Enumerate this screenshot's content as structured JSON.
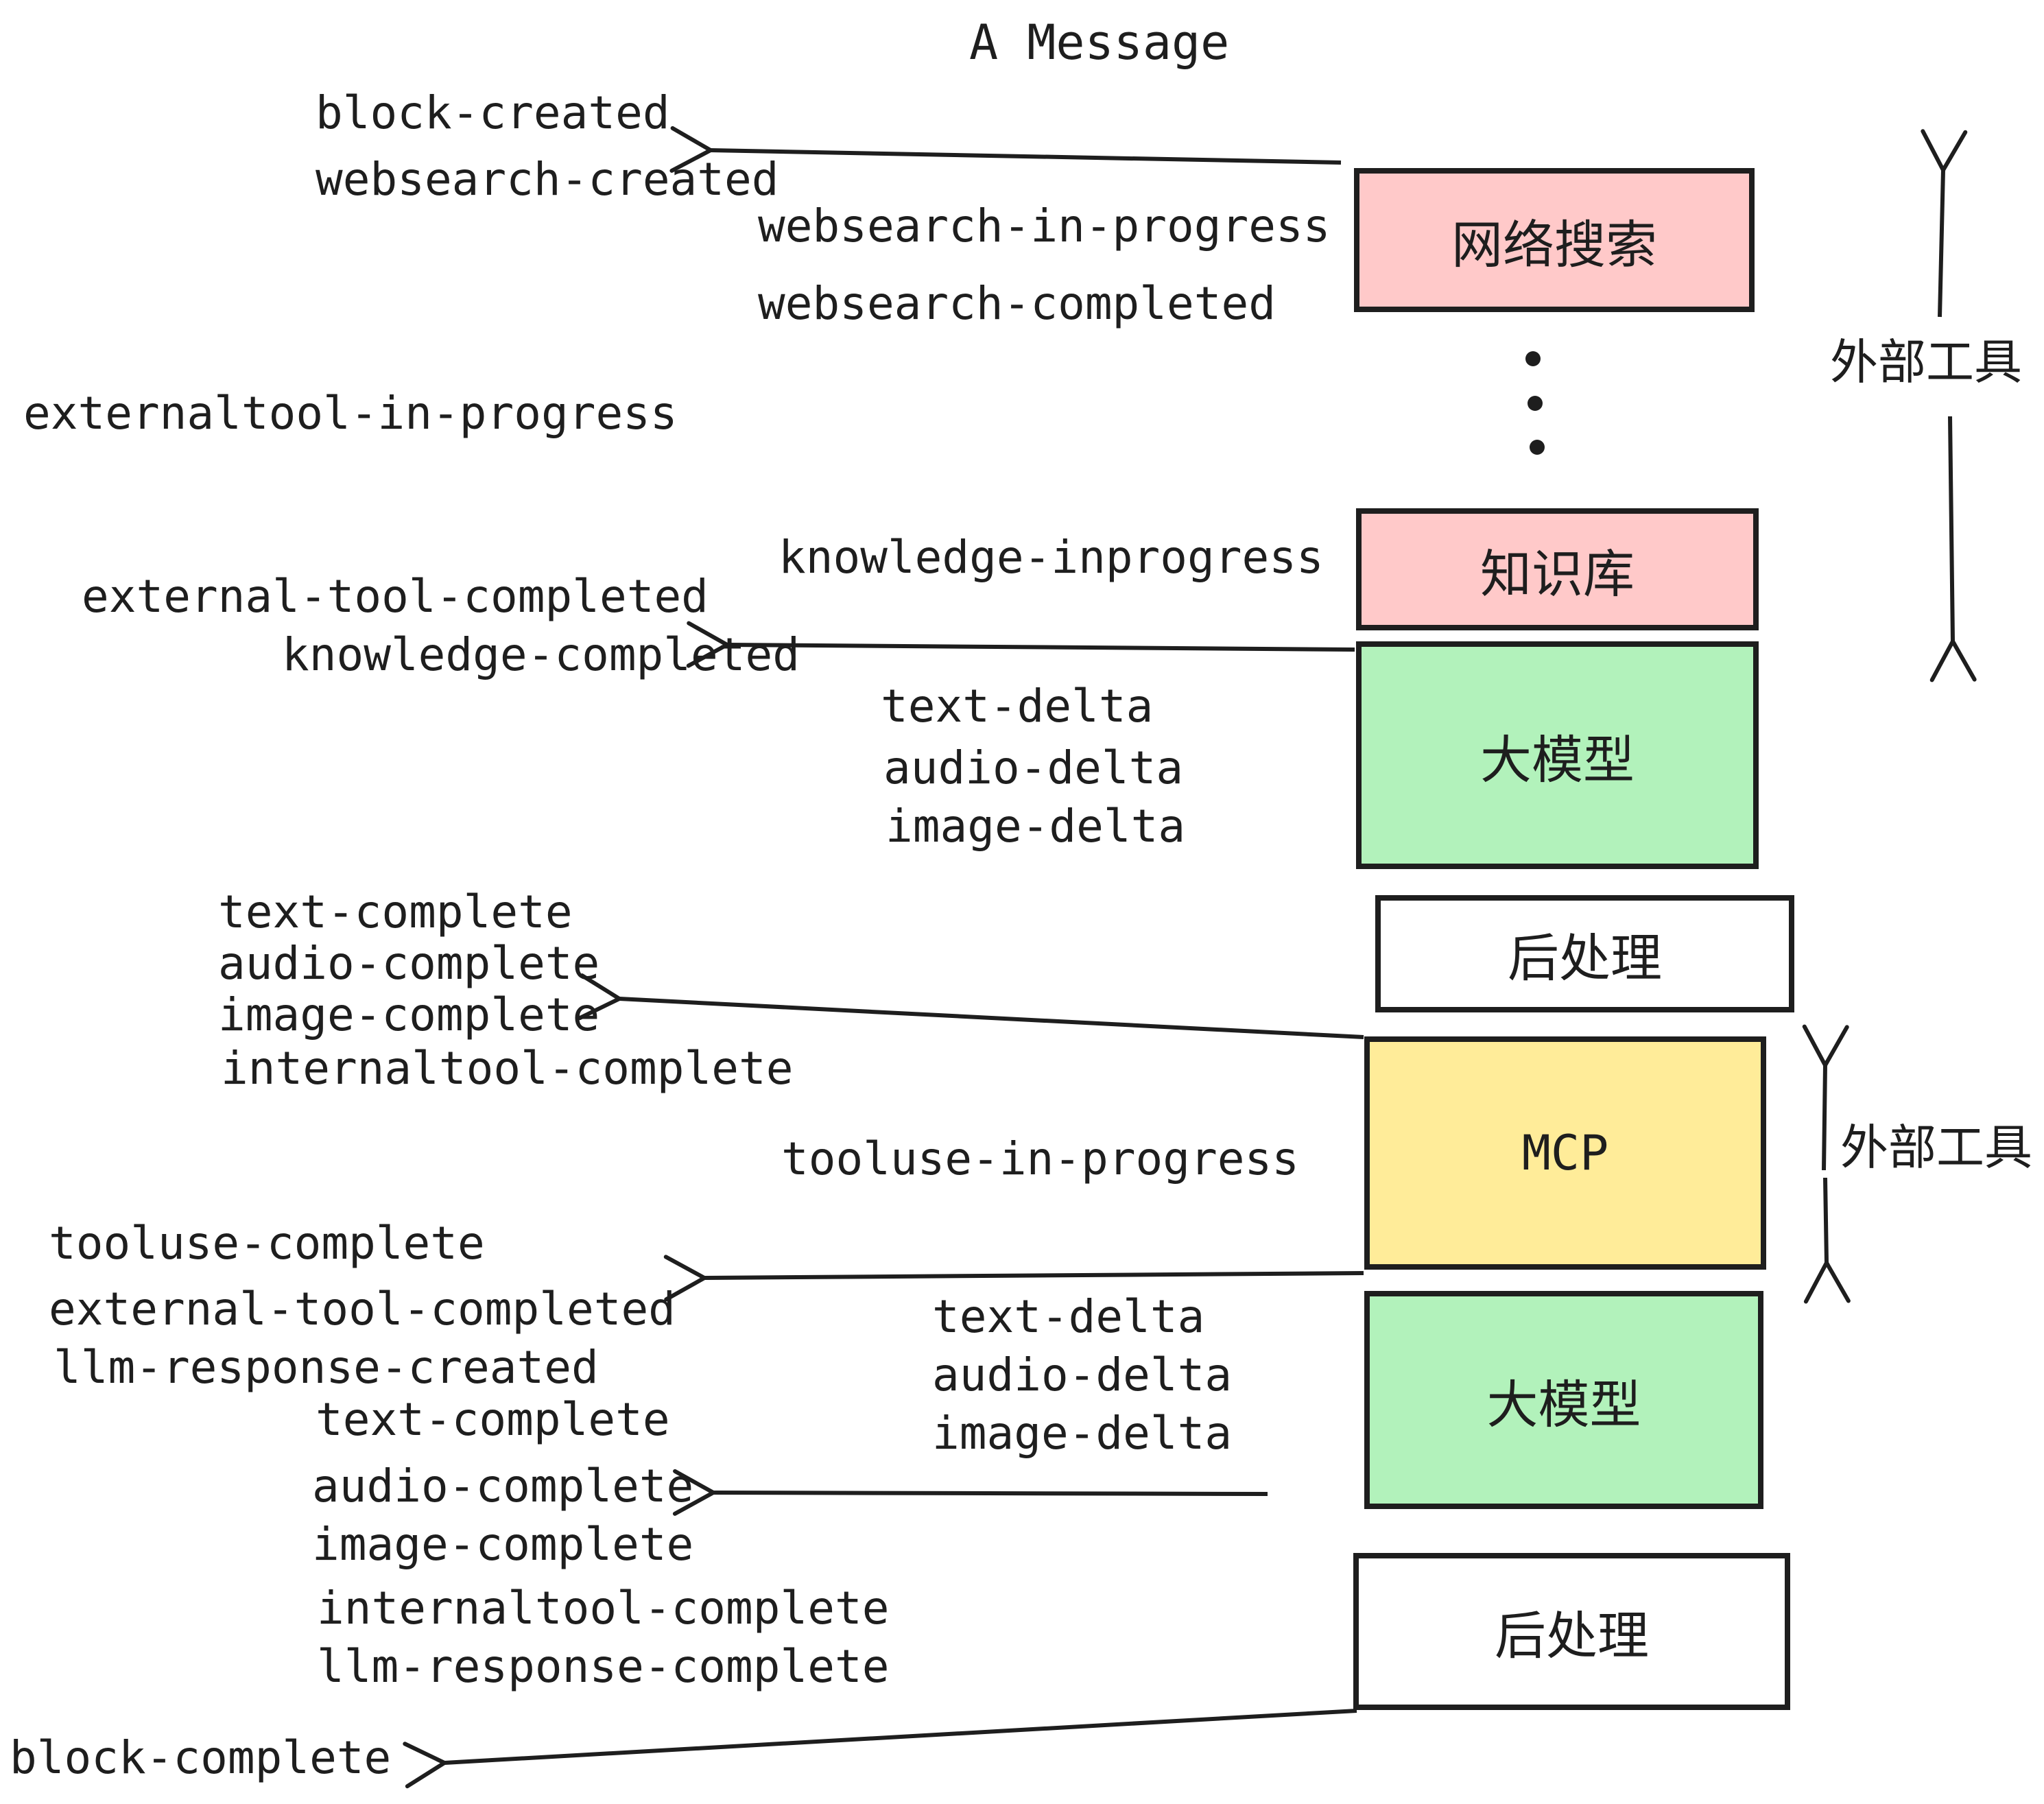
{
  "title": "A Message",
  "colors": {
    "background": "#ffffff",
    "stroke": "#1e1e1e",
    "external_tool_box": "#ffc9c9",
    "llm_box": "#b2f2bb",
    "mcp_box": "#ffec99",
    "postprocess_box": "#ffffff"
  },
  "boxes": [
    {
      "id": "websearch",
      "label": "网络搜索"
    },
    {
      "id": "knowledge",
      "label": "知识库"
    },
    {
      "id": "llm-1",
      "label": "大模型"
    },
    {
      "id": "postprocess-1",
      "label": "后处理"
    },
    {
      "id": "mcp",
      "label": "MCP"
    },
    {
      "id": "llm-2",
      "label": "大模型"
    },
    {
      "id": "postprocess-2",
      "label": "后处理"
    }
  ],
  "annotations": {
    "external_tool_upper": "外部工具",
    "external_tool_lower": "外部工具"
  },
  "events": [
    {
      "text": "block-created"
    },
    {
      "text": "websearch-created"
    },
    {
      "text": "websearch-in-progress"
    },
    {
      "text": "websearch-completed"
    },
    {
      "text": "externaltool-in-progress"
    },
    {
      "text": "knowledge-inprogress"
    },
    {
      "text": "external-tool-completed"
    },
    {
      "text": "knowledge-completed"
    },
    {
      "text": "text-delta"
    },
    {
      "text": "audio-delta"
    },
    {
      "text": "image-delta"
    },
    {
      "text": "text-complete"
    },
    {
      "text": "audio-complete"
    },
    {
      "text": "image-complete"
    },
    {
      "text": "internaltool-complete"
    },
    {
      "text": "tooluse-in-progress"
    },
    {
      "text": "tooluse-complete"
    },
    {
      "text": "external-tool-completed"
    },
    {
      "text": "llm-response-created"
    },
    {
      "text": "text-complete"
    },
    {
      "text": "text-delta"
    },
    {
      "text": "audio-delta"
    },
    {
      "text": "image-delta"
    },
    {
      "text": "audio-complete"
    },
    {
      "text": "image-complete"
    },
    {
      "text": "internaltool-complete"
    },
    {
      "text": "llm-response-complete"
    },
    {
      "text": "block-complete"
    }
  ]
}
